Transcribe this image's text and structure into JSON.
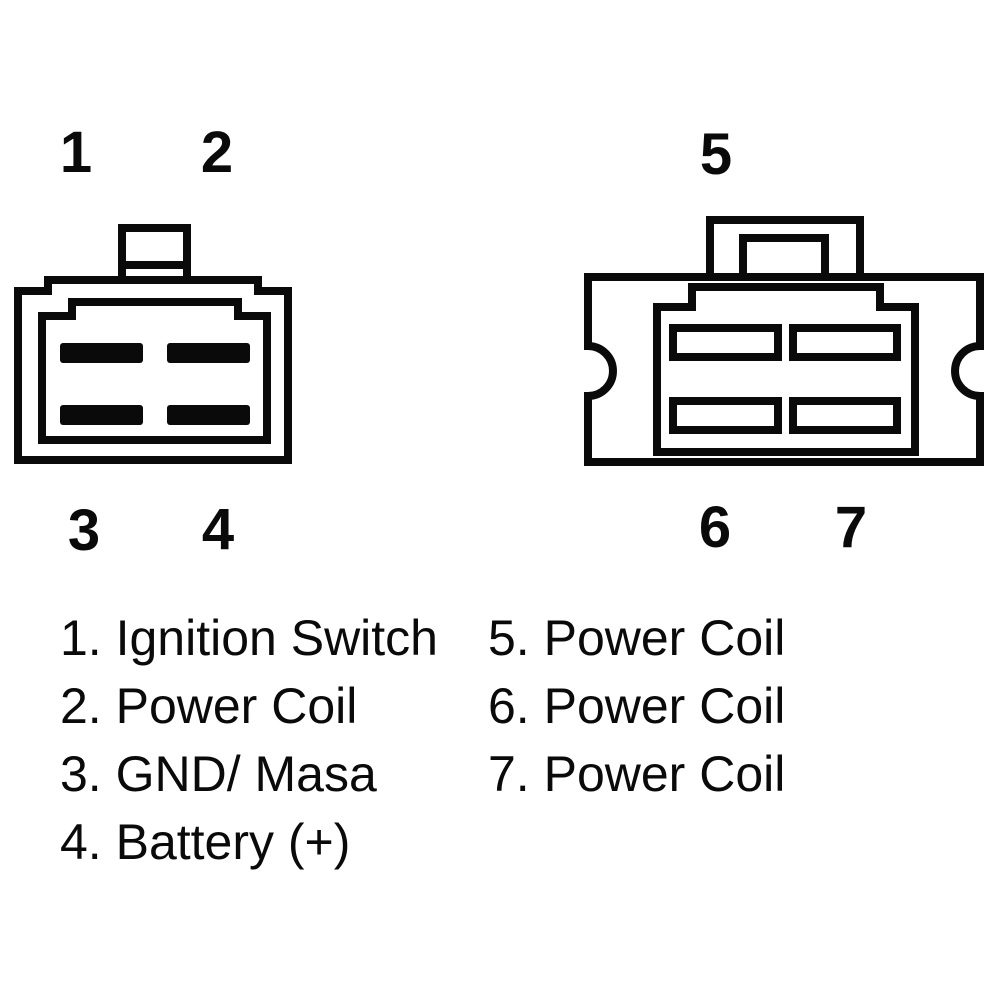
{
  "figure": {
    "background_color": "#ffffff",
    "line_color": "#0a0a0a",
    "description": "Regulator rectifier connector pinout diagram"
  },
  "connector_left": {
    "pins": "4 solid slots in 2x2 grid",
    "pin_numbers": [
      "1",
      "2",
      "3",
      "4"
    ]
  },
  "connector_right": {
    "pins": "4 hollow slots in 2x2 grid",
    "pin_numbers": [
      "5",
      "6",
      "7"
    ]
  },
  "legend": {
    "left_column": [
      "1. Ignition Switch",
      "2. Power Coil",
      "3. GND/ Masa",
      "4. Battery (+)"
    ],
    "right_column": [
      "5. Power Coil",
      "6. Power Coil",
      "7. Power Coil"
    ]
  }
}
